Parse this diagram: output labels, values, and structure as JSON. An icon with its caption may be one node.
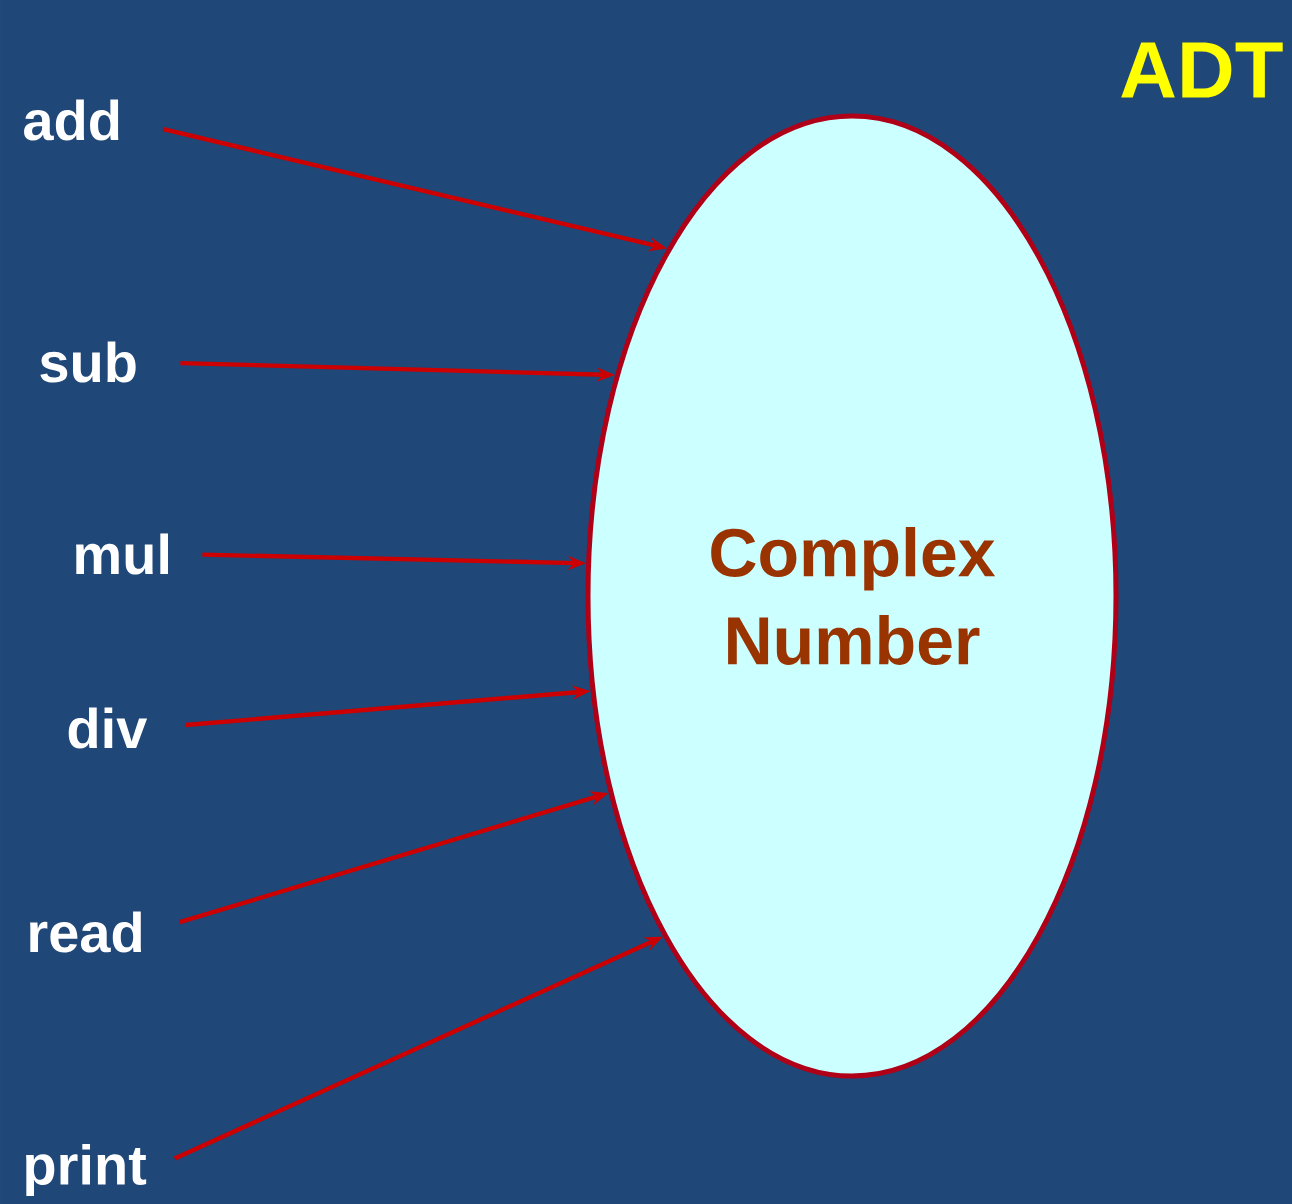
{
  "diagram": {
    "title": "ADT",
    "nodes": [
      {
        "text": [
          "Complex Number"
        ]
      },
      {
        "text": [
          "add"
        ]
      },
      {
        "text": [
          "sub"
        ]
      },
      {
        "text": [
          "mul"
        ]
      },
      {
        "text": [
          "div"
        ]
      },
      {
        "text": [
          "read"
        ]
      },
      {
        "text": [
          "print"
        ]
      }
    ],
    "edges": [
      {
        "from": 1,
        "to": 0,
        "arrow": "to"
      },
      {
        "from": 2,
        "to": 0,
        "arrow": "to"
      },
      {
        "from": 3,
        "to": 0,
        "arrow": "to"
      },
      {
        "from": 4,
        "to": 0,
        "arrow": "to"
      },
      {
        "from": 5,
        "to": 0,
        "arrow": "to"
      },
      {
        "from": 6,
        "to": 0,
        "arrow": "to"
      }
    ]
  }
}
